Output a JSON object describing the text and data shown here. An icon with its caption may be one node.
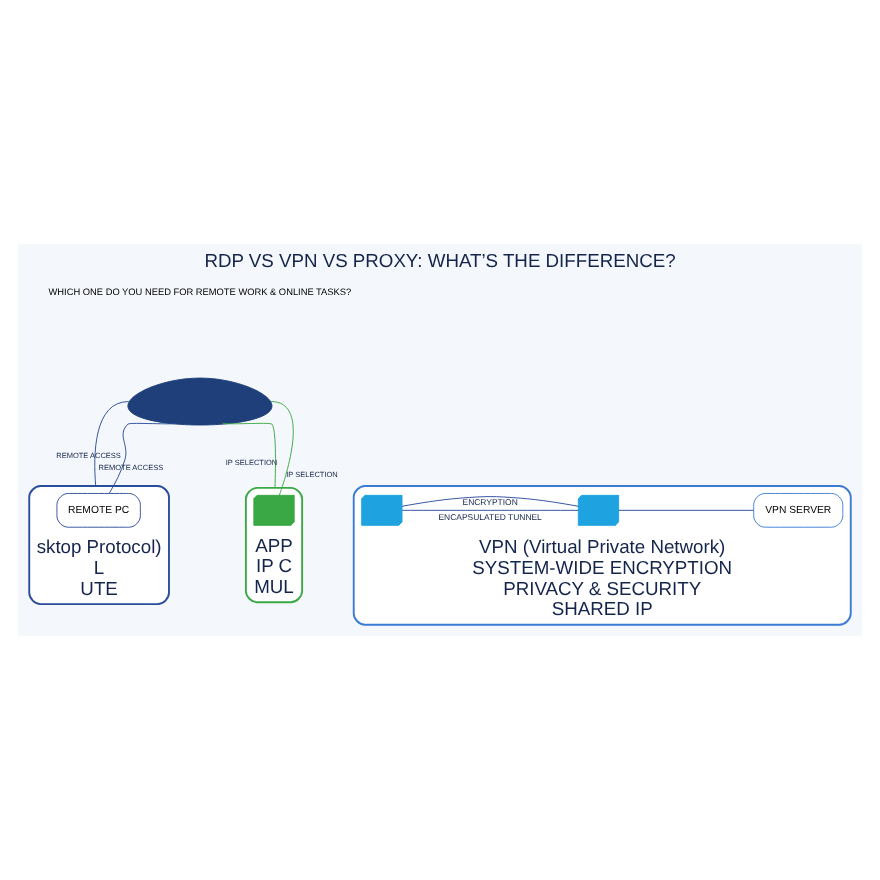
{
  "diagram": {
    "title": "RDP VS VPN VS PROXY: WHAT’S THE DIFFERENCE?",
    "nodes": [
      {
        "text": [
          "sktop Protocol)",
          "L",
          "UTE"
        ]
      },
      {
        "text": [
          "REMOTE PC"
        ],
        "in": 0
      },
      {
        "text": [],
        "shape": "person"
      },
      {
        "text": [
          "VPN (Virtual Private Network)",
          "SYSTEM-WIDE ENCRYPTION",
          "PRIVACY & SECURITY",
          "SHARED IP"
        ]
      },
      {
        "text": [],
        "shape": "picture",
        "in": 3
      },
      {
        "text": [],
        "shape": "picture",
        "in": 3
      },
      {
        "text": [
          "VPN SERVER"
        ],
        "in": 3
      },
      {
        "text": [
          "APP",
          "IP C",
          "MUL"
        ]
      },
      {
        "text": [],
        "shape": "picture",
        "in": 7
      }
    ],
    "edges": [
      {
        "from": 0,
        "to": 2,
        "arrow": "none",
        "label": "REMOTE ACCESS"
      },
      {
        "from": 1,
        "to": 2,
        "arrow": "none",
        "label": "REMOTE ACCESS"
      },
      {
        "from": 4,
        "to": 5,
        "arrow": "none",
        "label": "ENCRYPTION"
      },
      {
        "from": 4,
        "to": 5,
        "arrow": "none",
        "label": "ENCAPSULATED TUNNEL"
      },
      {
        "from": 5,
        "to": 6,
        "arrow": "none"
      },
      {
        "from": 7,
        "to": 2,
        "arrow": "none",
        "label": "IP SELECTION",
        "color": "#3aa845"
      },
      {
        "from": 8,
        "to": 2,
        "arrow": "none",
        "label": "IP SELECTION",
        "color": "#3aa845"
      }
    ],
    "labels": [
      "WHICH ONE DO YOU NEED FOR REMOTE WORK & ONLINE TASKS?"
    ]
  }
}
